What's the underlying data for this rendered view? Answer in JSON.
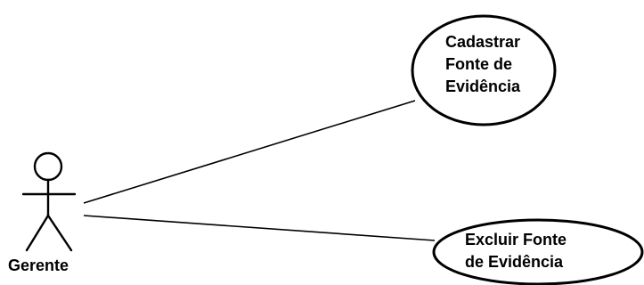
{
  "actor": {
    "name": "Gerente"
  },
  "use_cases": [
    {
      "lines": [
        "Cadastrar",
        "Fonte de",
        "Evidência"
      ]
    },
    {
      "lines": [
        "Excluir Fonte",
        "de Evidência"
      ]
    }
  ],
  "colors": {
    "stroke": "#000000",
    "background": "#ffffff",
    "text": "#000000"
  }
}
